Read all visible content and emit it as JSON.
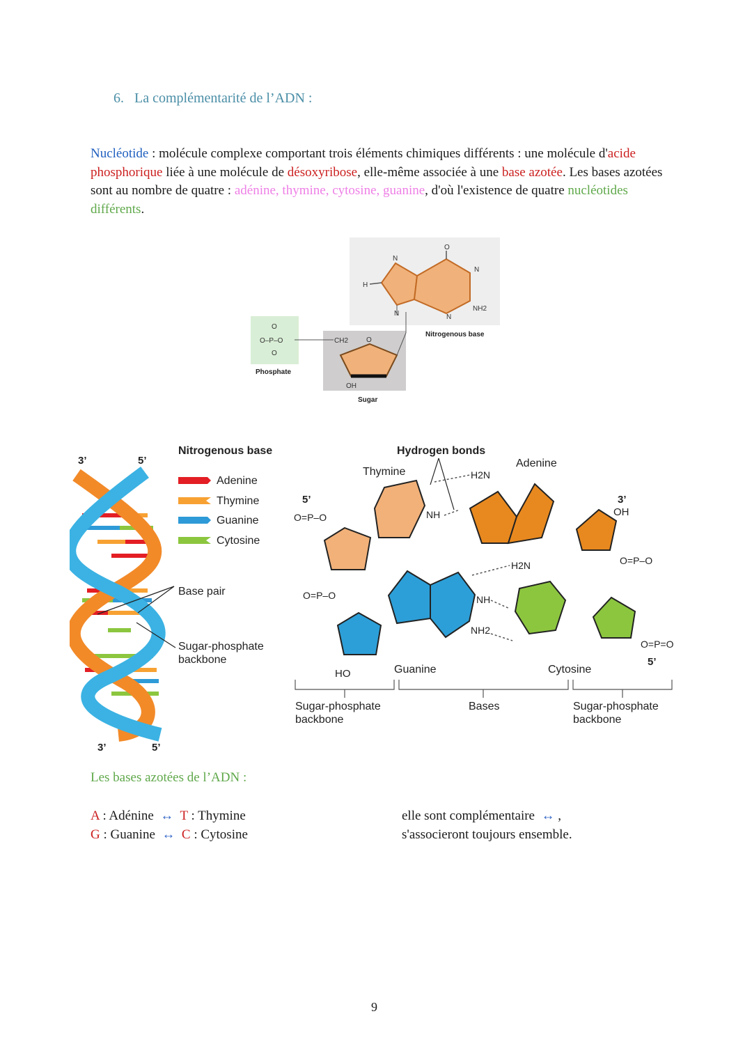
{
  "section": {
    "number": "6.",
    "title": "La complémentarité de l’ADN :"
  },
  "definition": {
    "term": "Nucléotide",
    "p1": " : molécule complexe comportant trois éléments chimiques différents : une molécule d'",
    "acide": "acide phosphorique",
    "p2": " liée à une molécule de ",
    "desoxyribose": "désoxyribose",
    "p3": ", elle-même associée à une ",
    "base_azotee": "base azotée",
    "p4": ". Les bases azotées sont au nombre de quatre : ",
    "bases_list": "adénine, thymine, cytosine, guanine",
    "p5": ", d'où l'existence de quatre ",
    "nucleotides": "nucléotides différents",
    "p6": "."
  },
  "nucleotide_figure": {
    "label_base": "Nitrogenous base",
    "label_phosphate": "Phosphate",
    "label_sugar": "Sugar",
    "atoms": {
      "o": "O",
      "n": "N",
      "h": "H",
      "nh2": "NH2",
      "p": "P",
      "ch2": "CH2",
      "oh": "OH"
    },
    "colors": {
      "base_bg": "#eeeeee",
      "phosphate_bg": "#d9eed6",
      "sugar_bg": "#cfcdcd",
      "ring": "#f0b27a"
    }
  },
  "dna_figure": {
    "helix_top_left": "3’",
    "helix_top_right": "5’",
    "helix_bottom_left": "3’",
    "helix_bottom_right": "5’",
    "legend_title": "Nitrogenous base",
    "legend": [
      {
        "name": "Adenine",
        "color": "#e31e24"
      },
      {
        "name": "Thymine",
        "color": "#f7a133"
      },
      {
        "name": "Guanine",
        "color": "#2e9ad7"
      },
      {
        "name": "Cytosine",
        "color": "#8cc63f"
      }
    ],
    "label_base_pair": "Base pair",
    "label_backbone": "Sugar-phosphate backbone",
    "hydrogen_bonds": "Hydrogen bonds",
    "thymine": "Thymine",
    "adenine": "Adenine",
    "guanine": "Guanine",
    "cytosine": "Cytosine",
    "five_prime": "5’",
    "three_prime": "3’",
    "oh": "OH",
    "ho": "HO",
    "h2n": "H2N",
    "nh": "NH",
    "nh2": "NH2",
    "bracket_left": "Sugar-phosphate backbone",
    "bracket_mid": "Bases",
    "bracket_right": "Sugar-phosphate backbone",
    "colors": {
      "thymine": "#f2b179",
      "adenine": "#e8891f",
      "guanine": "#2d9fd8",
      "cytosine": "#8cc63f"
    }
  },
  "bases_section": {
    "title": "Les bases azotées de l’ADN :",
    "pairs": [
      {
        "l1": "A",
        "n1": " : Adénine",
        "arrow": "↔",
        "l2": "T",
        "n2": " : Thymine"
      },
      {
        "l1": "G",
        "n1": " : Guanine",
        "arrow": "↔",
        "l2": "C",
        "n2": " : Cytosine"
      }
    ],
    "comp_line1": "elle sont complémentaire",
    "comp_arrow": "↔",
    "comp_line1_end": " ,",
    "comp_line2": "s'associeront toujours ensemble."
  },
  "page_number": "9"
}
